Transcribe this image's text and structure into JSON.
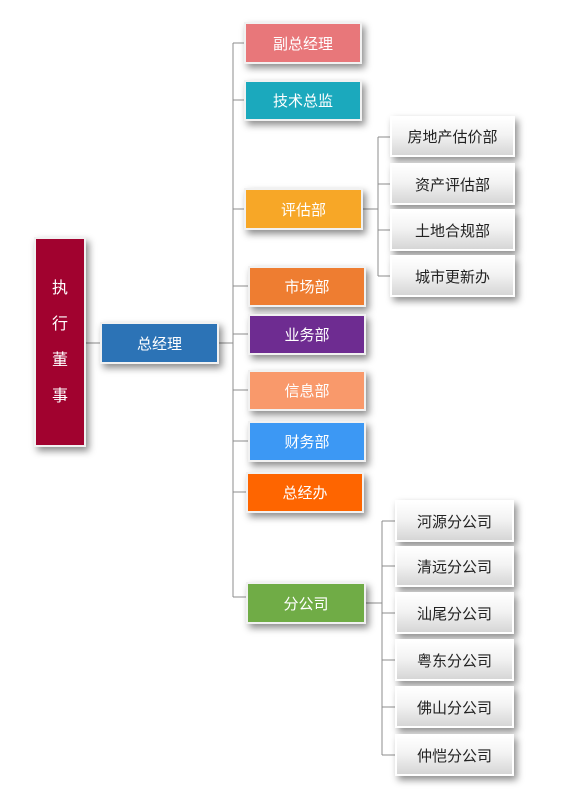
{
  "chart": {
    "director": [
      "执",
      "行",
      "董",
      "事"
    ],
    "general_manager": "总经理",
    "departments": [
      {
        "label": "副总经理",
        "color": "#e8777a"
      },
      {
        "label": "技术总监",
        "color": "#1ba9bd"
      },
      {
        "label": "评估部",
        "color": "#f7a727"
      },
      {
        "label": "市场部",
        "color": "#ee7d31"
      },
      {
        "label": "业务部",
        "color": "#6e2c91"
      },
      {
        "label": "信息部",
        "color": "#f9996b"
      },
      {
        "label": "财务部",
        "color": "#3c98f4"
      },
      {
        "label": "总经办",
        "color": "#fe6500"
      },
      {
        "label": "分公司",
        "color": "#70ac46"
      }
    ],
    "evaluation_units": [
      "房地产估价部",
      "资产评估部",
      "土地合规部",
      "城市更新办"
    ],
    "branches": [
      "河源分公司",
      "清远分公司",
      "汕尾分公司",
      "粤东分公司",
      "佛山分公司",
      "仲恺分公司"
    ],
    "colors": {
      "director": "#a1022f",
      "general_manager": "#2c73b6",
      "line": "#8c8c8c"
    }
  }
}
